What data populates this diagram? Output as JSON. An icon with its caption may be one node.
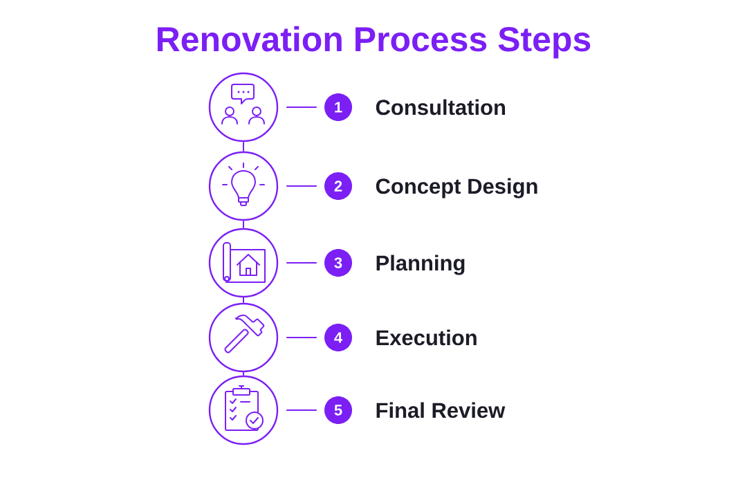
{
  "diagram": {
    "title": "Renovation Process Steps",
    "nodes": [
      {
        "text": [],
        "shape": "circle"
      },
      {
        "text": [
          "1"
        ],
        "beside": [
          "Consultation"
        ]
      },
      {
        "text": [],
        "shape": "circle"
      },
      {
        "text": [
          "2"
        ],
        "beside": [
          "Concept Design"
        ]
      },
      {
        "text": [],
        "shape": "circle"
      },
      {
        "text": [
          "3"
        ],
        "beside": [
          "Planning"
        ]
      },
      {
        "text": [],
        "shape": "circle"
      },
      {
        "text": [
          "4"
        ],
        "beside": [
          "Execution"
        ]
      },
      {
        "text": [],
        "shape": "circle"
      },
      {
        "text": [
          "5"
        ],
        "beside": [
          "Final Review"
        ]
      }
    ],
    "edges": [
      {
        "from": 0,
        "to": 1,
        "arrow": "none"
      },
      {
        "from": 0,
        "to": 2,
        "arrow": "none"
      },
      {
        "from": 2,
        "to": 3,
        "arrow": "none"
      },
      {
        "from": 2,
        "to": 4,
        "arrow": "none"
      },
      {
        "from": 4,
        "to": 5,
        "arrow": "none"
      },
      {
        "from": 4,
        "to": 6,
        "arrow": "none"
      },
      {
        "from": 6,
        "to": 7,
        "arrow": "none"
      },
      {
        "from": 6,
        "to": 8,
        "arrow": "none"
      },
      {
        "from": 8,
        "to": 9,
        "arrow": "none"
      }
    ]
  }
}
